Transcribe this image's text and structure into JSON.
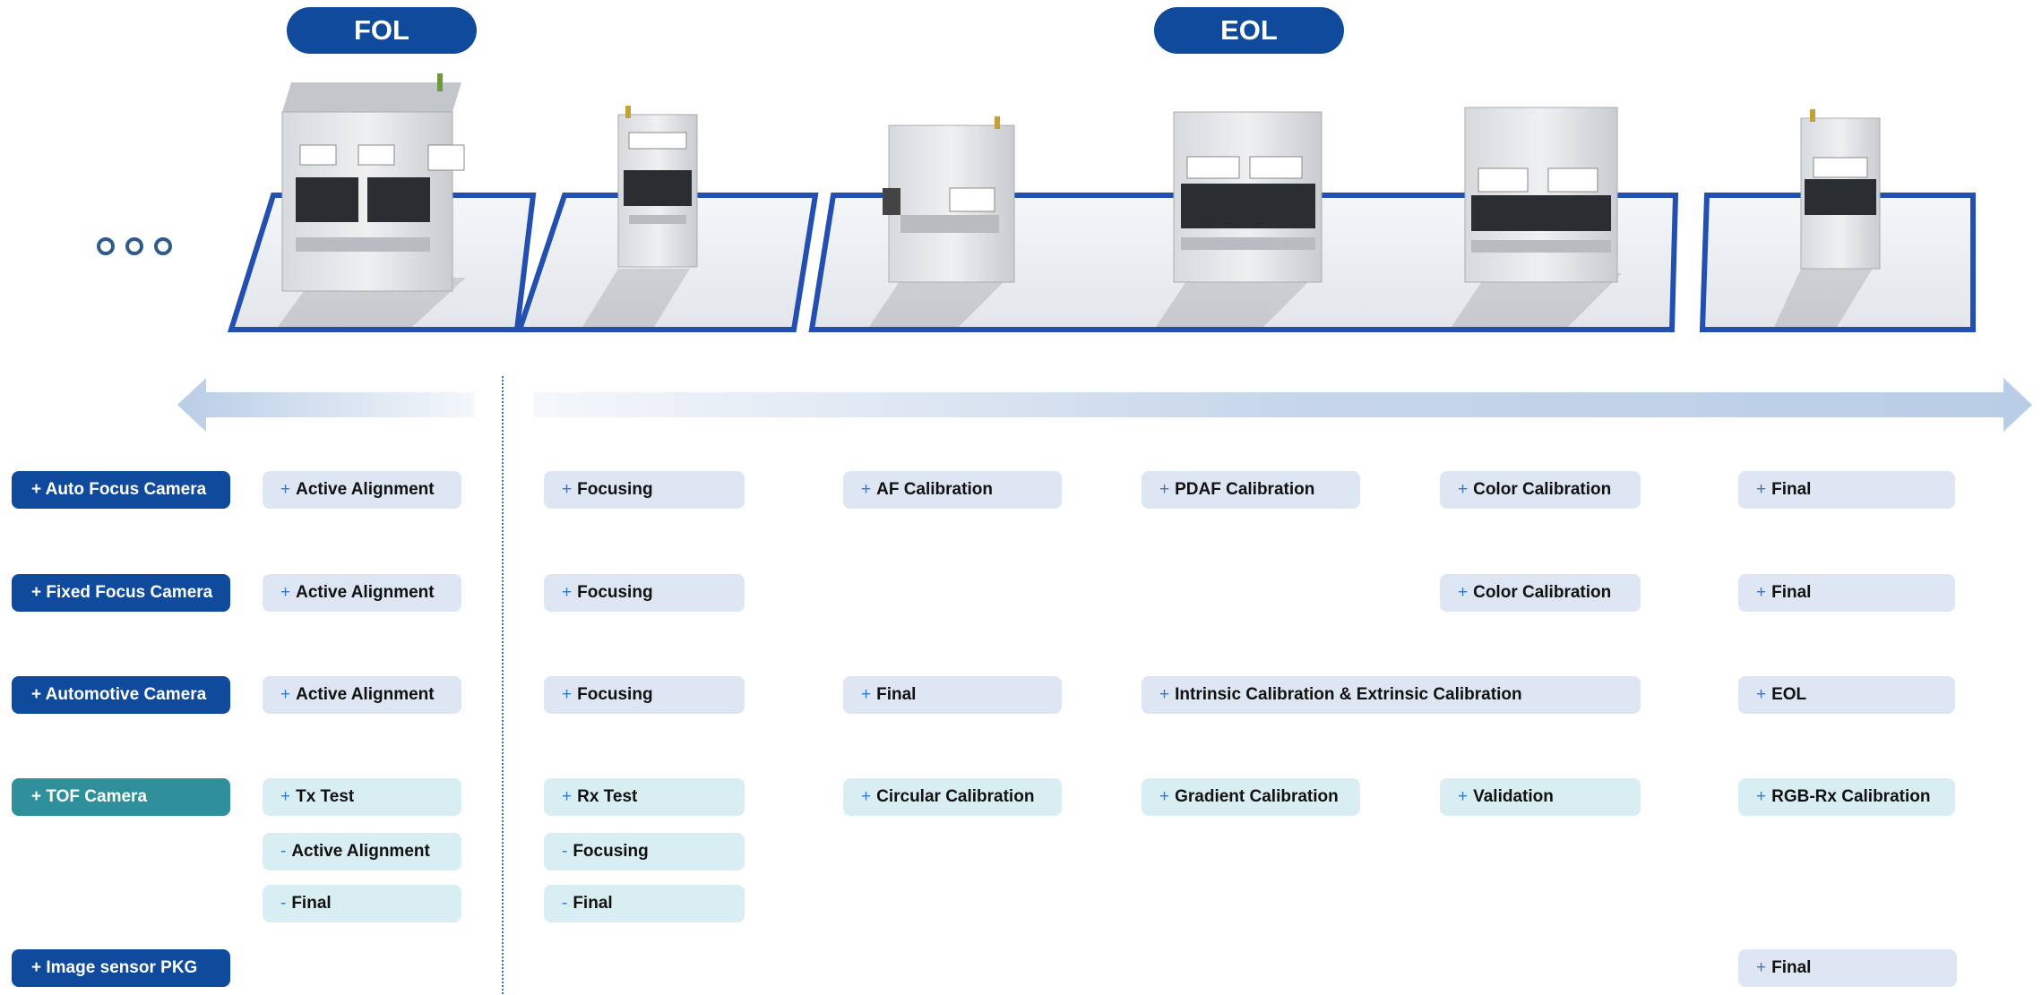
{
  "headers": {
    "fol": "FOL",
    "eol": "EOL"
  },
  "colors": {
    "navy": "#0f4a9c",
    "teal": "#2f8f9b",
    "step_bg": "#dde6f2",
    "step_bg_light": "#d9eef3",
    "platform_border": "#2350b0"
  },
  "icons": {
    "more": "three-circles-icon",
    "left_arrow": "arrow-left-icon",
    "right_arrow": "arrow-right-icon"
  },
  "categories": [
    "+ Auto Focus Camera",
    "+ Fixed Focus Camera",
    "+ Automotive Camera",
    "+ TOF Camera",
    "+ Image sensor PKG"
  ],
  "steps": {
    "auto_focus": {
      "active_alignment": "Active Alignment",
      "focusing": "Focusing",
      "af_calibration": "AF Calibration",
      "pdaf_calibration": "PDAF Calibration",
      "color_calibration": "Color Calibration",
      "final": "Final"
    },
    "fixed_focus": {
      "active_alignment": "Active Alignment",
      "focusing": "Focusing",
      "color_calibration": "Color Calibration",
      "final": "Final"
    },
    "automotive": {
      "active_alignment": "Active Alignment",
      "focusing": "Focusing",
      "final": "Final",
      "intrinsic": "Intrinsic Calibration & Extrinsic Calibration",
      "eol": "EOL"
    },
    "tof": {
      "tx_test": "Tx Test",
      "active_alignment": "Active Alignment",
      "final_fol": "Final",
      "rx_test": "Rx Test",
      "focusing": "Focusing",
      "final_eol": "Final",
      "circular_calibration": "Circular Calibration",
      "gradient_calibration": "Gradient Calibration",
      "validation": "Validation",
      "rgb_rx_calibration": "RGB-Rx Calibration"
    },
    "image_sensor": {
      "final": "Final"
    }
  },
  "markers": {
    "plus": "+",
    "minus": "-"
  }
}
